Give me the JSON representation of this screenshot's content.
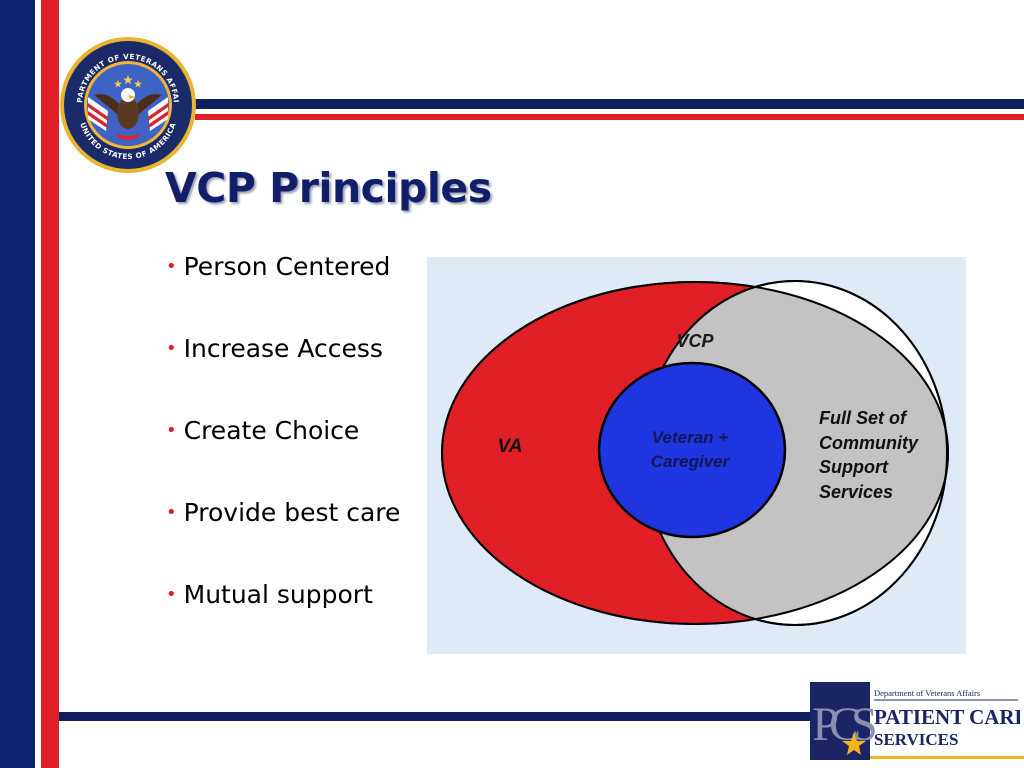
{
  "slide": {
    "title": "VCP Principles",
    "bullets": [
      "Person Centered",
      "Increase Access",
      "Create Choice",
      "Provide best care",
      "Mutual support"
    ]
  },
  "seal": {
    "text_top": "DEPARTMENT OF VETERANS AFFAIRS",
    "text_bottom": "UNITED STATES OF AMERICA"
  },
  "diagram": {
    "left_circle_label": "VA",
    "overlap_label": "VCP",
    "center_label_line1": "Veteran +",
    "center_label_line2": "Caregiver",
    "right_label_lines": [
      "Full Set of",
      "Community",
      "Support",
      "Services"
    ]
  },
  "footer_logo": {
    "monogram": "PCS",
    "department": "Department of Veterans Affairs",
    "line1": "PATIENT CARE",
    "line2": "SERVICES"
  },
  "colors": {
    "navy": "#111f5e",
    "red": "#e01f26",
    "blue": "#1f35e0",
    "gray": "#c5c2c3",
    "diagram_bg": "#deeaf6"
  }
}
